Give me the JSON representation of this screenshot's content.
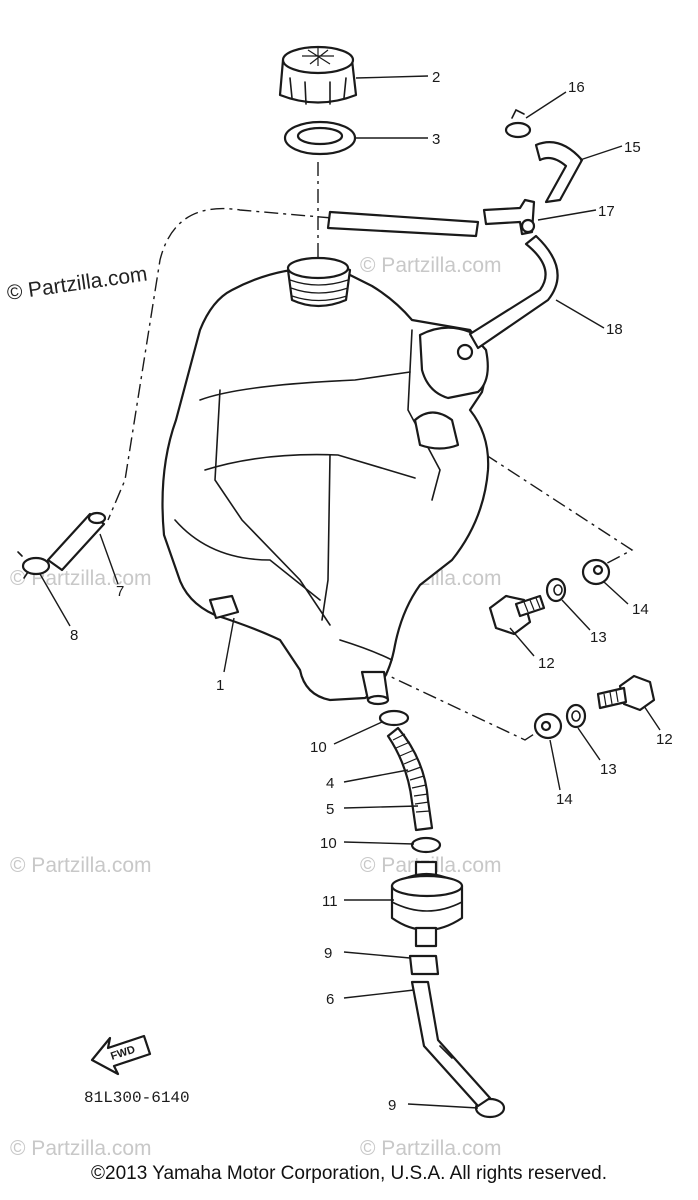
{
  "watermarks": {
    "main": "© Partzilla.com",
    "faint": "© Partzilla.com"
  },
  "callouts": {
    "p1": "1",
    "p2": "2",
    "p3": "3",
    "p4": "4",
    "p5": "5",
    "p6": "6",
    "p7": "7",
    "p8": "8",
    "p9a": "9",
    "p9b": "9",
    "p10a": "10",
    "p10b": "10",
    "p11": "11",
    "p12a": "12",
    "p12b": "12",
    "p13a": "13",
    "p13b": "13",
    "p14a": "14",
    "p14b": "14",
    "p15": "15",
    "p16": "16",
    "p17": "17",
    "p18": "18"
  },
  "fwd_label": "FWD",
  "diagram_code": "81L300-6140",
  "copyright": "©2013 Yamaha Motor Corporation, U.S.A. All rights reserved."
}
